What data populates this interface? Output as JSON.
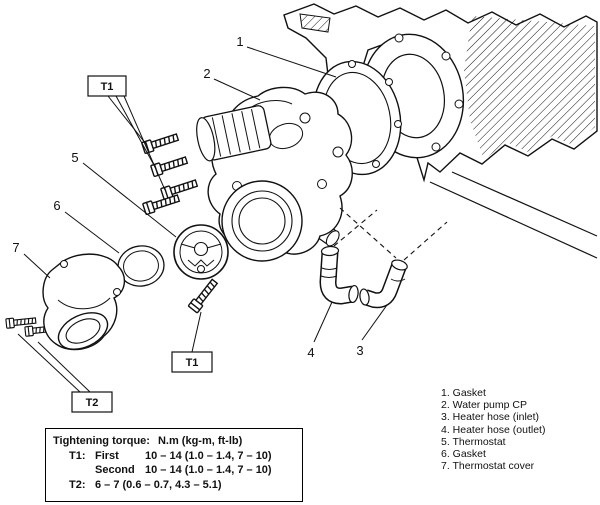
{
  "diagram": {
    "callouts": {
      "c1": "1",
      "c2": "2",
      "c3": "3",
      "c4": "4",
      "c5": "5",
      "c6": "6",
      "c7": "7"
    },
    "torque_tags": {
      "top": "T1",
      "bottom": "T1",
      "cover": "T2"
    }
  },
  "legend": {
    "items": [
      "1. Gasket",
      "2. Water pump CP",
      "3. Heater hose (inlet)",
      "4. Heater hose (outlet)",
      "5. Thermostat",
      "6. Gasket",
      "7. Thermostat cover"
    ]
  },
  "torque_table": {
    "heading": "Tightening torque:",
    "units": "N.m (kg-m, ft-lb)",
    "rows": [
      {
        "label1": "T1:",
        "label2": "First",
        "value": "10 – 14 (1.0 – 1.4, 7 – 10)"
      },
      {
        "label1": "",
        "label2": "Second",
        "value": "10 – 14 (1.0 – 1.4, 7 – 10)"
      },
      {
        "label1": "T2:",
        "label2": "",
        "value": "6 – 7 (0.6 – 0.7, 4.3 – 5.1)"
      }
    ]
  }
}
